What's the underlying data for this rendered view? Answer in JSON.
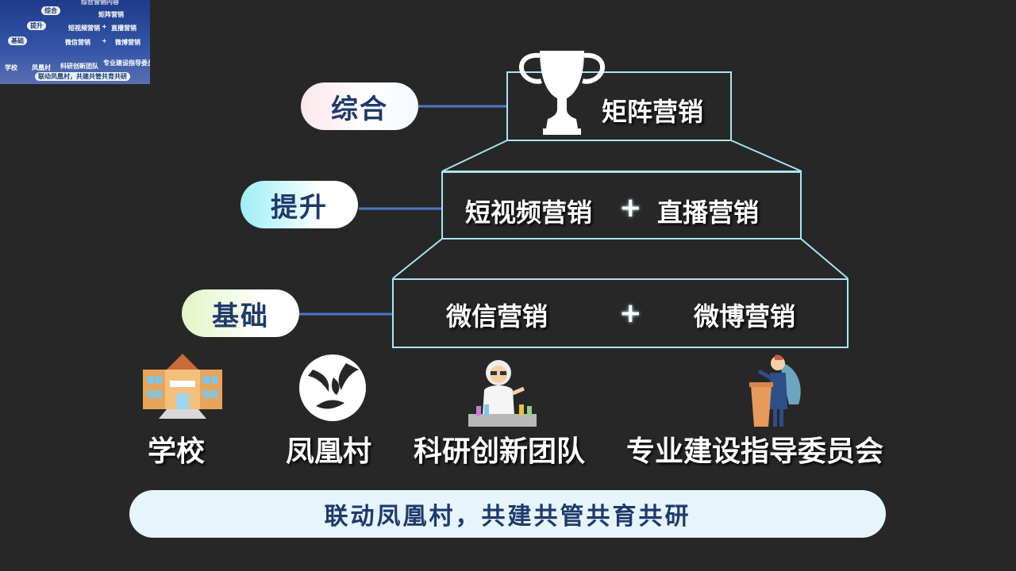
{
  "levels": {
    "comprehensive": {
      "tag": "综合",
      "content": "矩阵营销"
    },
    "improve": {
      "tag": "提升",
      "left": "短视频营销",
      "plus": "+",
      "right": "直播营销"
    },
    "basic": {
      "tag": "基础",
      "left": "微信营销",
      "plus": "+",
      "right": "微博营销"
    }
  },
  "partners": [
    {
      "label": "学校",
      "icon": "school-icon"
    },
    {
      "label": "凤凰村",
      "icon": "phoenix-logo-icon"
    },
    {
      "label": "科研创新团队",
      "icon": "scientist-icon"
    },
    {
      "label": "专业建设指导委员会",
      "icon": "presenter-icon"
    }
  ],
  "slogan": "联动凤凰村，共建共管共育共研",
  "thumbnail": {
    "top_text": "综合营销内容",
    "tag1": "综合",
    "text1": "矩阵营销",
    "tag2": "提升",
    "text2": "短视频营销",
    "plus2": "+",
    "text2b": "直播营销",
    "tag3": "基础",
    "text3": "微信营销",
    "plus3": "+",
    "text3b": "微博营销",
    "labels": [
      "学校",
      "凤凰村",
      "科研创新团队",
      "专业建设指导委员会"
    ],
    "slogan": "联动凤凰村，共建共管共育共研"
  },
  "colors": {
    "background": "#272727",
    "frame": "#a8e6ee",
    "connector": "#4a78c8",
    "pill_text": "#1f3a6b"
  }
}
